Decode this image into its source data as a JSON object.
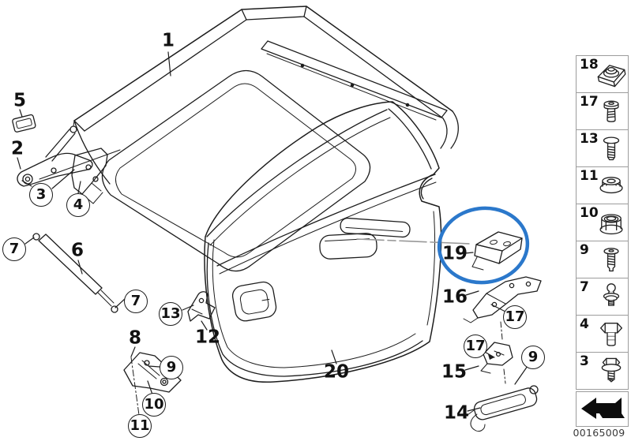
{
  "image_id": "00165009",
  "highlight_color": "#2b78cb",
  "callouts": {
    "n1": "1",
    "n2": "2",
    "n5": "5",
    "n6": "6",
    "n8": "8",
    "n12": "12",
    "n14": "14",
    "n15": "15",
    "n16": "16",
    "n19": "19",
    "n20": "20",
    "c3": "3",
    "c4": "4",
    "c7a": "7",
    "c7b": "7",
    "c9a": "9",
    "c9b": "9",
    "c10": "10",
    "c11": "11",
    "c13": "13",
    "c17a": "17",
    "c17b": "17"
  },
  "legend": {
    "items": [
      {
        "label": "18",
        "icon": "clip-nut-icon"
      },
      {
        "label": "17",
        "icon": "round-head-screw-icon"
      },
      {
        "label": "13",
        "icon": "pan-head-screw-icon"
      },
      {
        "label": "11",
        "icon": "flange-nut-icon"
      },
      {
        "label": "10",
        "icon": "hex-flange-nut-icon"
      },
      {
        "label": "9",
        "icon": "shoulder-screw-icon"
      },
      {
        "label": "7",
        "icon": "ball-stud-icon"
      },
      {
        "label": "4",
        "icon": "hex-bolt-icon"
      },
      {
        "label": "3",
        "icon": "hex-bolt-washer-icon"
      }
    ],
    "footer_icon": "direction-arrow-icon"
  }
}
